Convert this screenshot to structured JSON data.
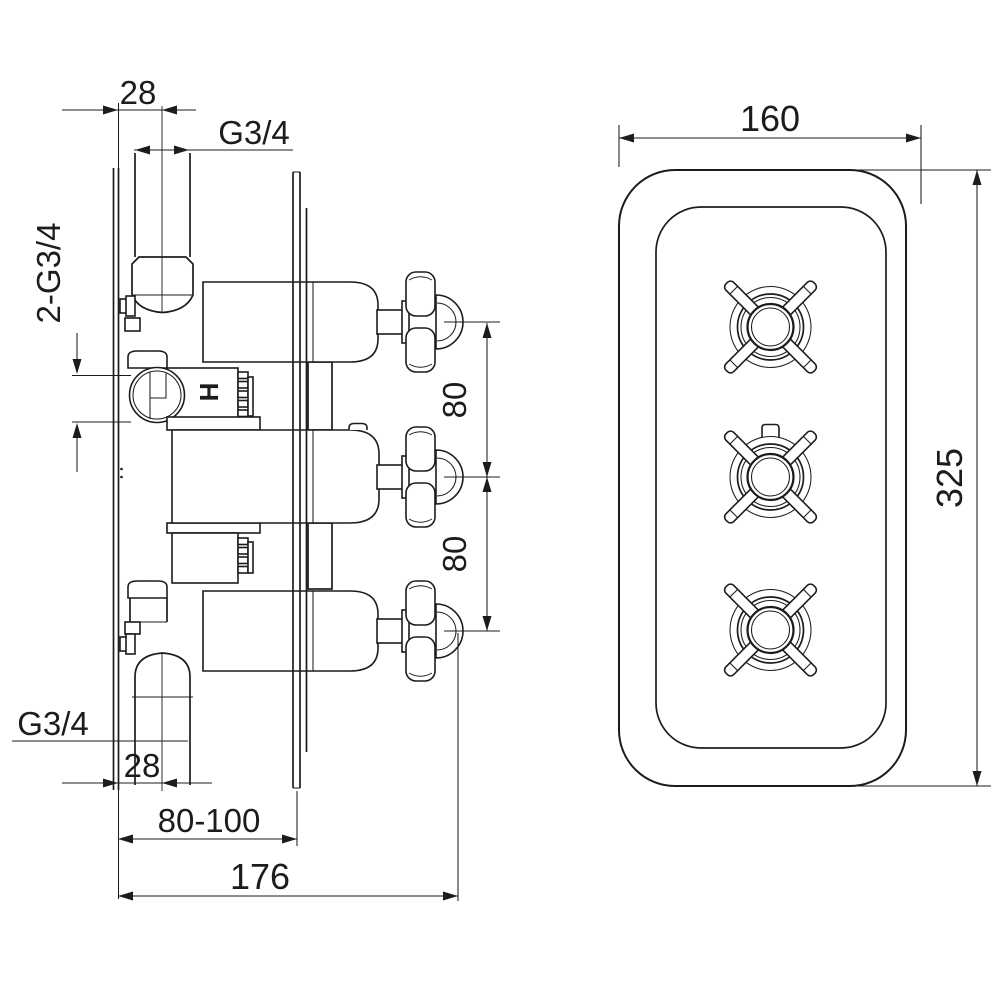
{
  "side": {
    "dim_28_top": "28",
    "thread_inlet_top": "G3/4",
    "thread_side_ports": "2-G3/4",
    "hot_marking": "H",
    "dim_80_upper": "80",
    "dim_80_lower": "80",
    "thread_outlet_bottom": "G3/4",
    "dim_28_bottom": "28",
    "dim_recess_depth": "80-100",
    "dim_total_depth": "176"
  },
  "front": {
    "dim_plate_width": "160",
    "dim_plate_height": "325"
  },
  "colors": {
    "line": "#1c1c1c",
    "background": "#ffffff"
  }
}
